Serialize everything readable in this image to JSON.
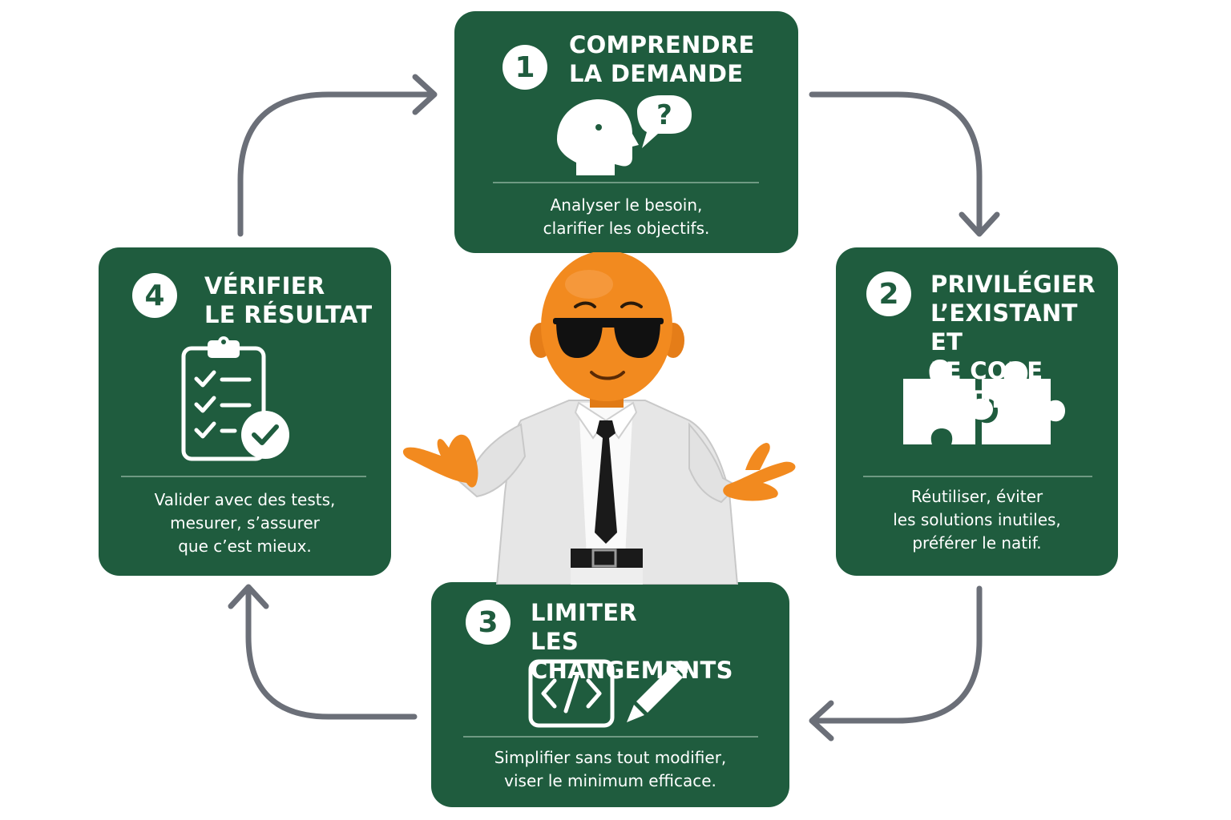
{
  "steps": [
    {
      "number": "1",
      "title": [
        "COMPRENDRE",
        "LA DEMANDE"
      ],
      "description": [
        "Analyser le besoin,",
        "clarifier les objectifs."
      ],
      "icon": "head-question-icon"
    },
    {
      "number": "2",
      "title": [
        "PRIVILÉGIER",
        "L’EXISTANT ET",
        "LE CODE NATIF"
      ],
      "description": [
        "Réutiliser, éviter",
        "les solutions inutiles,",
        "préférer le natif."
      ],
      "icon": "puzzle-icon"
    },
    {
      "number": "3",
      "title": [
        "LIMITER",
        "LES CHANGEMENTS"
      ],
      "description": [
        "Simplifier sans tout modifier,",
        "viser le minimum efficace."
      ],
      "icon": "code-edit-icon"
    },
    {
      "number": "4",
      "title": [
        "VÉRIFIER",
        "LE RÉSULTAT"
      ],
      "description": [
        "Valider avec des tests,",
        "mesurer, s’assurer",
        "que c’est mieux."
      ],
      "icon": "clipboard-check-icon"
    }
  ],
  "colors": {
    "card": "#1f5c3e",
    "arrow": "#6b6f78",
    "character_skin": "#f28a1f",
    "jacket": "#e8e8e8"
  }
}
